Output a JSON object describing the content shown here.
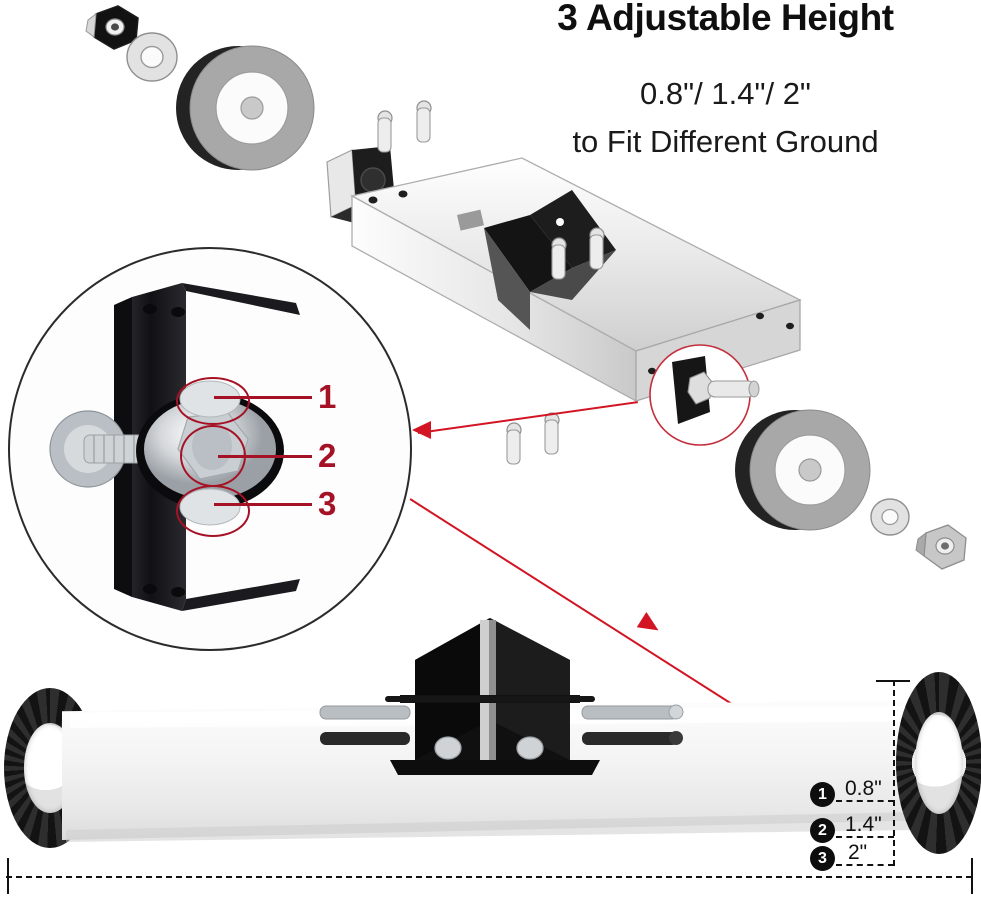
{
  "heading": {
    "title": "3 Adjustable Height",
    "subtitle_line1": "0.8\"/ 1.4\"/ 2\"",
    "subtitle_line2": "to Fit Different Ground"
  },
  "magnifier_callout": {
    "name": "adjustment-hole-detail",
    "accent_color": "#a51225",
    "items": [
      {
        "number": "1"
      },
      {
        "number": "2"
      },
      {
        "number": "3"
      }
    ]
  },
  "height_settings": [
    {
      "badge": "1",
      "value": "0.8\""
    },
    {
      "badge": "2",
      "value": "1.4\""
    },
    {
      "badge": "3",
      "value": "2\""
    }
  ],
  "colors": {
    "leader_red": "#d21423",
    "callout_red": "#a51225",
    "dimension_black": "#111111",
    "bar_white": "#f4f4f4",
    "tire_black": "#1a1a1a"
  },
  "exploded_parts": [
    {
      "name": "hex-nut-left"
    },
    {
      "name": "flat-washer-left"
    },
    {
      "name": "wheel-left"
    },
    {
      "name": "axle-bracket"
    },
    {
      "name": "bolt-set-upper"
    },
    {
      "name": "bar-housing"
    },
    {
      "name": "bolt-set-lower"
    },
    {
      "name": "axle-bolt-detail"
    },
    {
      "name": "wheel-right"
    },
    {
      "name": "flat-washer-right"
    },
    {
      "name": "hex-nut-right"
    }
  ]
}
